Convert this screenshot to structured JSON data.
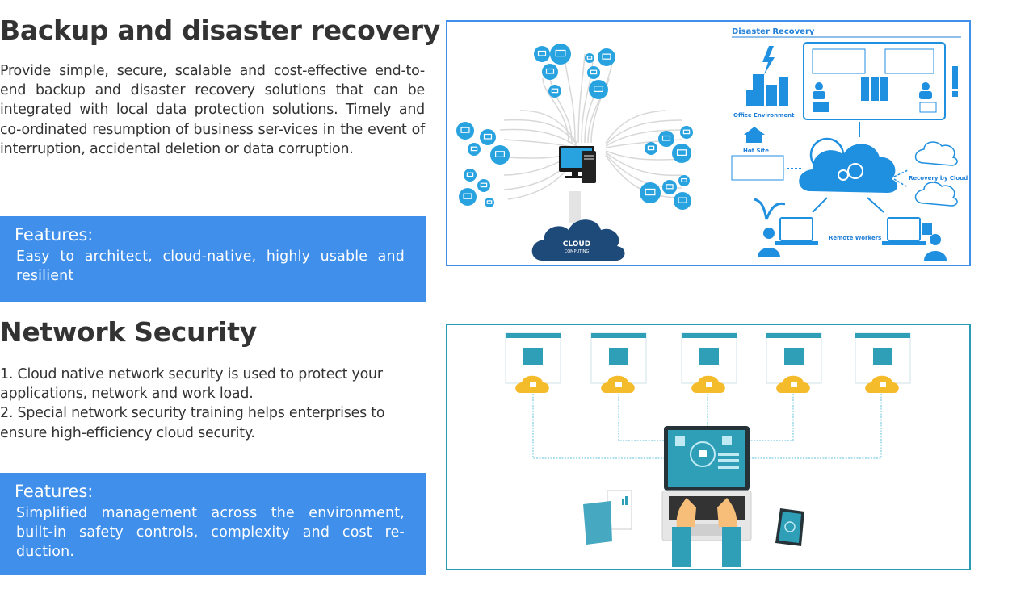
{
  "sections": [
    {
      "title": "Backup and disaster recovery",
      "paragraphs": [
        "Provide simple, secure, scalable and cost-effective end-to-end backup and disaster recovery solutions that can be integrated with local data protection solutions. Timely and co-ordinated resumption of business ser-vices in the event of interruption, accidental deletion or data corruption."
      ],
      "features_label": "Features:",
      "features_text": "Easy to architect, cloud-native, highly usable and resilient",
      "illustration": {
        "left_panel": {
          "center_icon": "desktop-computer-icon",
          "node_icon": "laptop-circle-icon",
          "cloud_line1": "CLOUD",
          "cloud_line2": "COMPUTING"
        },
        "right_panel": {
          "heading": "Disaster Recovery",
          "office_label": "Office Environment",
          "hot_site_label": "Hot Site",
          "recovery_label": "Recovery by Cloud",
          "remote_label": "Remote Workers"
        },
        "border_color": "#3f8feb"
      }
    },
    {
      "title": "Network Security",
      "paragraphs": [
        "1. Cloud native network security is used to protect your applications, network and work load.",
        "2. Special network security training helps enterprises to ensure high-efficiency cloud security."
      ],
      "features_label": "Features:",
      "features_text": "Simplified management across the environment, built-in safety controls, complexity and cost re-duction.",
      "illustration": {
        "windows": [
          "mail-icon",
          "contacts-icon",
          "payment-icon",
          "folder-chart-icon",
          "database-icon"
        ],
        "lock_icon": "cloud-lock-icon",
        "border_color": "#2a9bb7"
      }
    }
  ],
  "colors": {
    "accent_blue": "#3f8feb",
    "text": "#333333",
    "icon_blue": "#29a3e0",
    "teal": "#3aa3be",
    "gold": "#f4bb2a",
    "navy": "#1e4a7a"
  }
}
